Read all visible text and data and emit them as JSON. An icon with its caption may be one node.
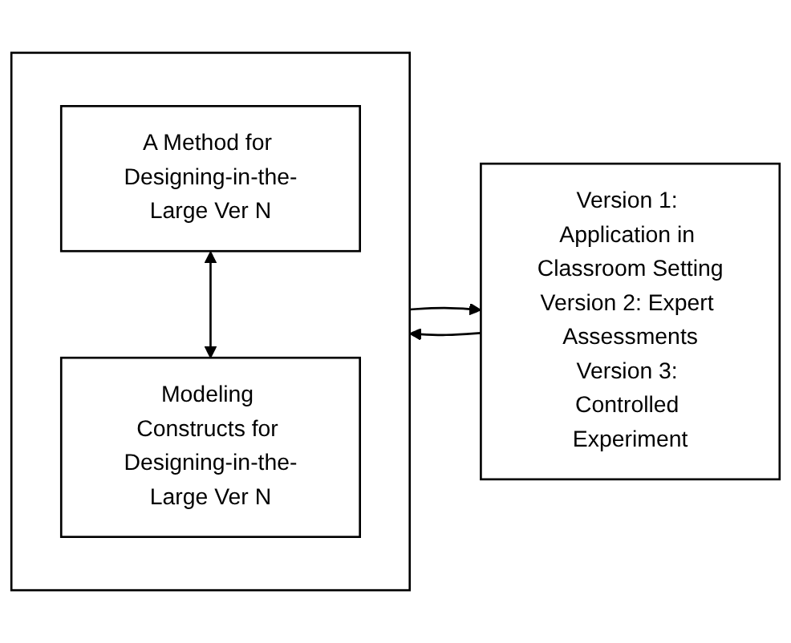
{
  "diagram": {
    "nodes": [
      {
        "text": [],
        "shape": "box"
      },
      {
        "text": [
          "A Method for Designing-in-the-Large Ver N"
        ],
        "in": 0
      },
      {
        "text": [
          "Modeling Constructs for Designing-in-the-Large Ver N"
        ],
        "in": 0
      },
      {
        "text": [
          "Version 1: Application in Classroom Setting",
          "Version 2: Expert Assessments",
          "Version 3: Controlled Experiment"
        ]
      }
    ],
    "edges": [
      {
        "from": 0,
        "to": 3,
        "arrow": "to"
      },
      {
        "from": 3,
        "to": 0,
        "arrow": "to"
      },
      {
        "from": 1,
        "to": 2,
        "arrow": "both"
      }
    ]
  }
}
